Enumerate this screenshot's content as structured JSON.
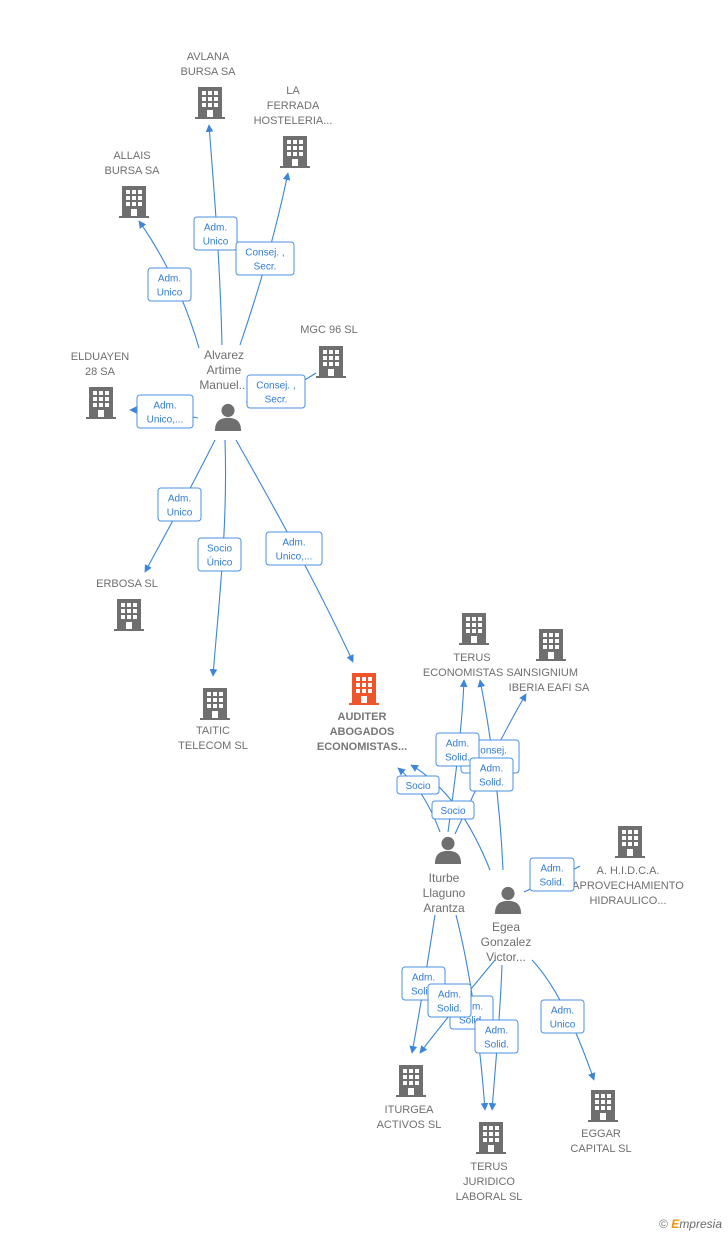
{
  "colors": {
    "edge": "#3b86d9",
    "company": "#6f6f6f",
    "highlight": "#f0542a",
    "person": "#6f6f6f"
  },
  "companies": [
    {
      "id": "avlana",
      "lines": [
        "AVLANA",
        "BURSA SA"
      ],
      "icon": "building-icon"
    },
    {
      "id": "laferrada",
      "lines": [
        "LA",
        "FERRADA",
        "HOSTELERIA..."
      ],
      "icon": "building-icon"
    },
    {
      "id": "allais",
      "lines": [
        "ALLAIS",
        "BURSA SA"
      ],
      "icon": "building-icon"
    },
    {
      "id": "mgc96",
      "lines": [
        "MGC 96 SL"
      ],
      "icon": "building-icon"
    },
    {
      "id": "elduayen",
      "lines": [
        "ELDUAYEN",
        "28 SA"
      ],
      "icon": "building-icon"
    },
    {
      "id": "erbosa",
      "lines": [
        "ERBOSA SL"
      ],
      "icon": "building-icon"
    },
    {
      "id": "taitic",
      "lines": [
        "TAITIC",
        "TELECOM SL"
      ],
      "icon": "building-icon"
    },
    {
      "id": "auditer",
      "lines": [
        "AUDITER",
        "ABOGADOS",
        "ECONOMISTAS..."
      ],
      "icon": "building-icon",
      "highlight": true
    },
    {
      "id": "terus_eco",
      "lines": [
        "TERUS",
        "ECONOMISTAS SA"
      ],
      "icon": "building-icon"
    },
    {
      "id": "insignium",
      "lines": [
        "INSIGNIUM",
        "IBERIA EAFI SA"
      ],
      "icon": "building-icon"
    },
    {
      "id": "ahidca",
      "lines": [
        "A. H.I.D.C.A.",
        "APROVECHAMIENTO",
        "HIDRAULICO..."
      ],
      "icon": "building-icon"
    },
    {
      "id": "iturgea",
      "lines": [
        "ITURGEA",
        "ACTIVOS  SL"
      ],
      "icon": "building-icon"
    },
    {
      "id": "terus_jur",
      "lines": [
        "TERUS",
        "JURIDICO",
        "LABORAL  SL"
      ],
      "icon": "building-icon"
    },
    {
      "id": "eggar",
      "lines": [
        "EGGAR",
        "CAPITAL  SL"
      ],
      "icon": "building-icon"
    }
  ],
  "persons": [
    {
      "id": "alvarez",
      "lines": [
        "Alvarez",
        "Artime",
        "Manuel..."
      ],
      "icon": "person-icon"
    },
    {
      "id": "iturbe",
      "lines": [
        "Iturbe",
        "Llaguno",
        "Arantza"
      ],
      "icon": "person-icon"
    },
    {
      "id": "egea",
      "lines": [
        "Egea",
        "Gonzalez",
        "Victor..."
      ],
      "icon": "person-icon"
    }
  ],
  "edge_labels": [
    {
      "id": "e_avlana",
      "lines": [
        "Adm.",
        "Unico"
      ]
    },
    {
      "id": "e_laferrada",
      "lines": [
        "Consej. ,",
        "Secr."
      ]
    },
    {
      "id": "e_allais",
      "lines": [
        "Adm.",
        "Unico"
      ]
    },
    {
      "id": "e_mgc",
      "lines": [
        "Consej. ,",
        "Secr."
      ]
    },
    {
      "id": "e_elduayen",
      "lines": [
        "Adm.",
        "Unico,..."
      ]
    },
    {
      "id": "e_erbosa",
      "lines": [
        "Adm.",
        "Unico"
      ]
    },
    {
      "id": "e_taitic",
      "lines": [
        "Socio",
        "Único"
      ]
    },
    {
      "id": "e_auditer",
      "lines": [
        "Adm.",
        "Unico,..."
      ]
    },
    {
      "id": "e_consejno",
      "lines": [
        "Consej.",
        "No"
      ]
    },
    {
      "id": "e_admsolid1",
      "lines": [
        "Adm.",
        "Solid."
      ]
    },
    {
      "id": "e_admsolid2",
      "lines": [
        "Adm.",
        "Solid."
      ]
    },
    {
      "id": "e_socio1",
      "lines": [
        "Socio"
      ]
    },
    {
      "id": "e_socio2",
      "lines": [
        "Socio"
      ]
    },
    {
      "id": "e_ahidca",
      "lines": [
        "Adm.",
        "Solid."
      ]
    },
    {
      "id": "e_it1",
      "lines": [
        "Adm.",
        "Solid."
      ]
    },
    {
      "id": "e_it2",
      "lines": [
        "Adm.",
        "Solid."
      ]
    },
    {
      "id": "e_tj1",
      "lines": [
        "Adm.",
        "Solid."
      ]
    },
    {
      "id": "e_tj2",
      "lines": [
        "Adm.",
        "Solid."
      ]
    },
    {
      "id": "e_eggar",
      "lines": [
        "Adm.",
        "Unico"
      ]
    }
  ],
  "brand": {
    "copyright": "©",
    "logo_e": "E",
    "logo_rest": "mpresia"
  }
}
